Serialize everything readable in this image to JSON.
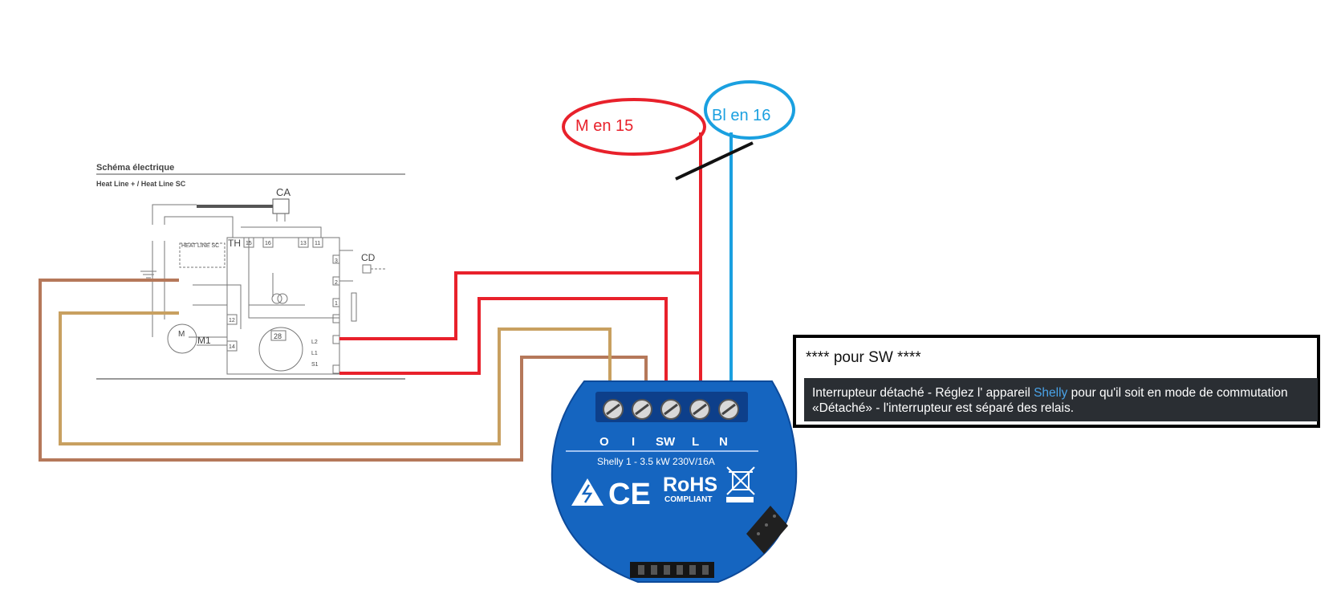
{
  "schematic": {
    "title": "Schéma électrique",
    "subtitle": "Heat Line + / Heat Line SC",
    "labels": {
      "ca": "CA",
      "th": "TH",
      "cd": "CD",
      "m1": "M1",
      "motor": "M",
      "heat_line_sc": "HEAT LINE SC",
      "display": "28",
      "t15": "15",
      "t16": "16",
      "t13": "13",
      "t11": "11",
      "t12": "12",
      "t14": "14",
      "t1": "1",
      "t2": "2",
      "t3": "3",
      "l2": "L2",
      "l1": "L1",
      "s1": "S1"
    }
  },
  "callouts": {
    "m": "M en 15",
    "bl": "Bl en 16"
  },
  "device": {
    "terminals": [
      "O",
      "I",
      "SW",
      "L",
      "N"
    ],
    "model": "Shelly 1 - 3.5 kW 230V/16A",
    "ce": "CE",
    "rohs": "RoHS",
    "compliant": "COMPLIANT"
  },
  "note": {
    "title": "**** pour SW ****",
    "text_before": "Interrupteur détaché - Réglez l' appareil ",
    "link": "Shelly",
    "text_after": " pour qu'il soit en mode de commutation «Détaché» - l'interrupteur est séparé des relais."
  },
  "colors": {
    "red_wire": "#e8212b",
    "blue_wire": "#1aa0e0",
    "tan_wire": "#c8a060",
    "brown_wire": "#b5785a",
    "shelly_blue": "#1565c0"
  }
}
